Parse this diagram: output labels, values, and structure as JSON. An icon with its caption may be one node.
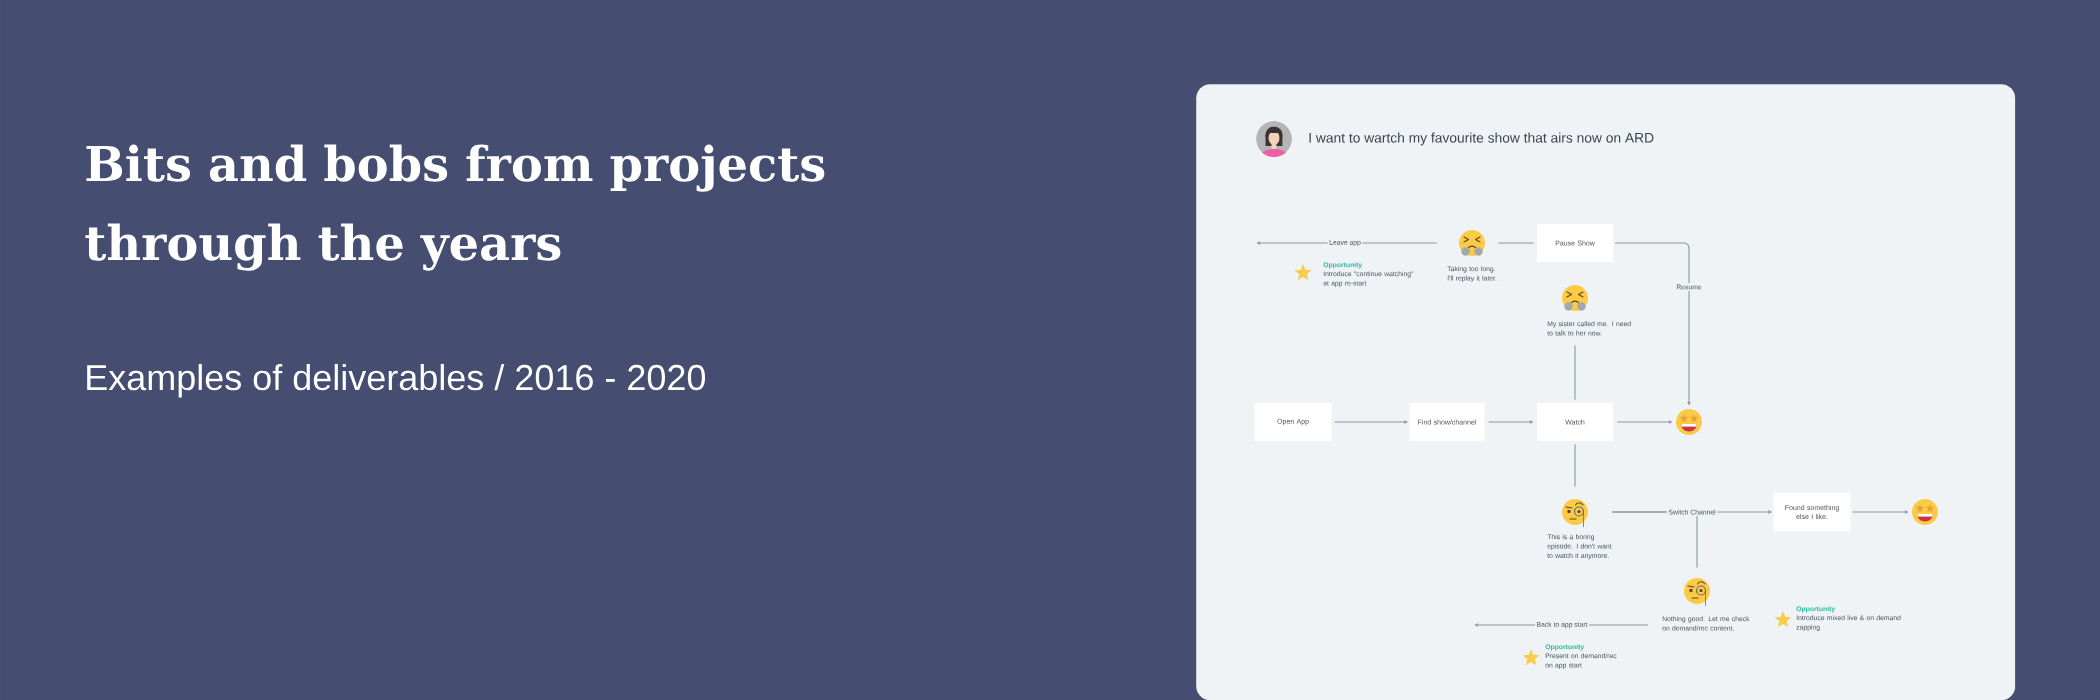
{
  "diagram": {
    "title": "Bits and bobs from projects through the years",
    "nodes": [
      {
        "text": [
          "I want to wartch my favourite show that airs now on ARD"
        ]
      },
      {
        "text": [],
        "shape": "picture",
        "in": 0,
        "beside": [
          "Taking too long. I'll replay it later."
        ]
      },
      {
        "text": [
          "Pause Show"
        ],
        "in": 0
      },
      {
        "text": [],
        "shape": "picture",
        "in": 0,
        "beside": [
          "My sister called me. I need to talk to her now."
        ]
      },
      {
        "text": [
          "Open App"
        ],
        "in": 0
      },
      {
        "text": [
          "Find show/channel"
        ],
        "in": 0
      },
      {
        "text": [
          "Watch"
        ],
        "in": 0
      },
      {
        "text": [],
        "shape": "picture",
        "in": 0
      },
      {
        "text": [],
        "shape": "picture",
        "in": 0,
        "beside": [
          "This is a boring episode. I don't want to watch it anymore."
        ]
      },
      {
        "text": [
          "Found something else I like."
        ],
        "in": 0
      },
      {
        "text": [],
        "shape": "picture",
        "in": 0
      },
      {
        "text": [],
        "shape": "picture",
        "in": 0,
        "beside": [
          "Nothing good. Let me check on demand/rec content."
        ]
      }
    ],
    "edges": [
      {
        "from": 1,
        "to": null,
        "arrow": "to",
        "label": "Leave app"
      },
      {
        "from": 2,
        "to": 1,
        "arrow": "none"
      },
      {
        "from": 2,
        "to": 7,
        "arrow": "to",
        "label": "Resume"
      },
      {
        "from": 6,
        "to": 3,
        "arrow": "none"
      },
      {
        "from": 4,
        "to": 5,
        "arrow": "to"
      },
      {
        "from": 5,
        "to": 6,
        "arrow": "to"
      },
      {
        "from": 6,
        "to": 7,
        "arrow": "to"
      },
      {
        "from": 6,
        "to": 8,
        "arrow": "none"
      },
      {
        "from": 8,
        "to": 9,
        "arrow": "to",
        "label": "Switch Channel"
      },
      {
        "from": 8,
        "to": 11,
        "arrow": "none"
      },
      {
        "from": 11,
        "to": null,
        "arrow": "to",
        "label": "Back to app start"
      },
      {
        "from": 9,
        "to": 10,
        "arrow": "to"
      }
    ],
    "labels": [
      "Examples of deliverables / 2016 - 2020",
      "Opportunity",
      "Introduce \"continue watching\" at app re-start",
      "Opportunity",
      "Introduce mixed live & on demand zapping",
      "Opportunity",
      "Present on demand/rec on app start"
    ]
  }
}
